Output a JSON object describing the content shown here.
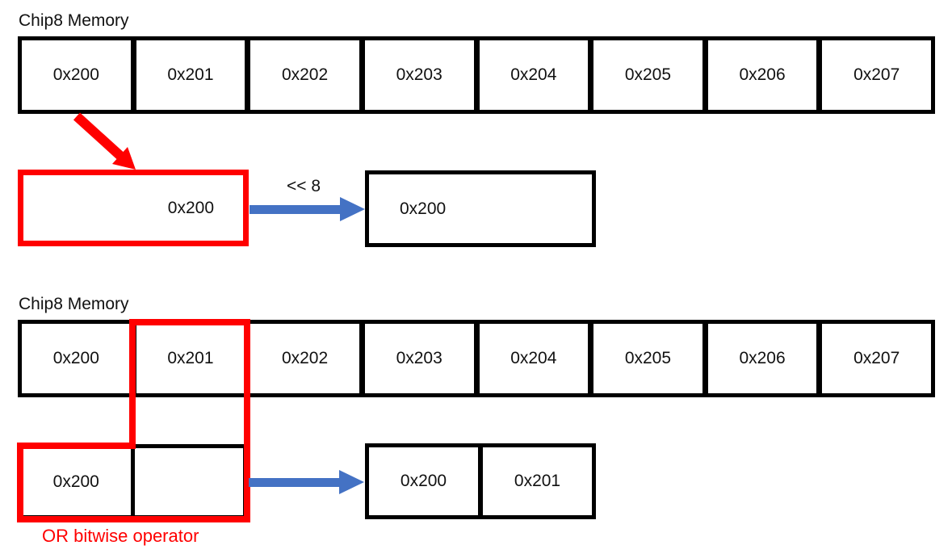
{
  "top_section": {
    "title": "Chip8 Memory",
    "cells": [
      "0x200",
      "0x201",
      "0x202",
      "0x203",
      "0x204",
      "0x205",
      "0x206",
      "0x207"
    ],
    "selected_byte_label": "0x200",
    "shift_operator": "<< 8",
    "shifted_result_label": "0x200"
  },
  "bottom_section": {
    "title": "Chip8 Memory",
    "cells": [
      "0x200",
      "0x201",
      "0x202",
      "0x203",
      "0x204",
      "0x205",
      "0x206",
      "0x207"
    ],
    "high_byte_label": "0x200",
    "result_cells": [
      "0x200",
      "0x201"
    ],
    "caption": "OR bitwise operator"
  },
  "colors": {
    "highlight_red": "#ff0000",
    "arrow_blue": "#4472c4",
    "border_black": "#000000",
    "background": "#ffffff"
  }
}
